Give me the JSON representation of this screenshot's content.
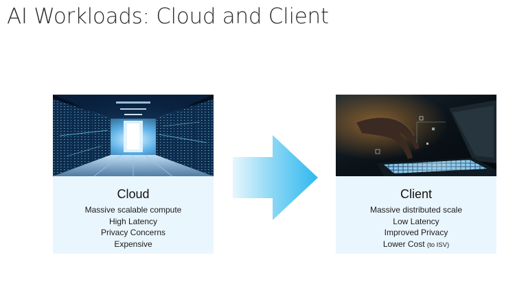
{
  "slide": {
    "title": "AI Workloads: Cloud and Client"
  },
  "cards": [
    {
      "heading": "Cloud",
      "image_icon": "server-room-photo",
      "items": [
        {
          "text": "Massive scalable compute",
          "note": ""
        },
        {
          "text": "High Latency",
          "note": ""
        },
        {
          "text": "Privacy Concerns",
          "note": ""
        },
        {
          "text": "Expensive",
          "note": ""
        }
      ]
    },
    {
      "heading": "Client",
      "image_icon": "laptop-typing-photo",
      "items": [
        {
          "text": "Massive distributed scale",
          "note": ""
        },
        {
          "text": "Low Latency",
          "note": ""
        },
        {
          "text": "Improved Privacy",
          "note": ""
        },
        {
          "text": "Lower Cost ",
          "note": "(to ISV)"
        }
      ]
    }
  ],
  "arrow": {
    "icon": "right-arrow-icon",
    "colors": [
      "#e6f7fd",
      "#8fd8f5",
      "#2fb8ef"
    ]
  },
  "colors": {
    "card_background": "#eaf6fd",
    "title_text": "#2b2b2b"
  }
}
